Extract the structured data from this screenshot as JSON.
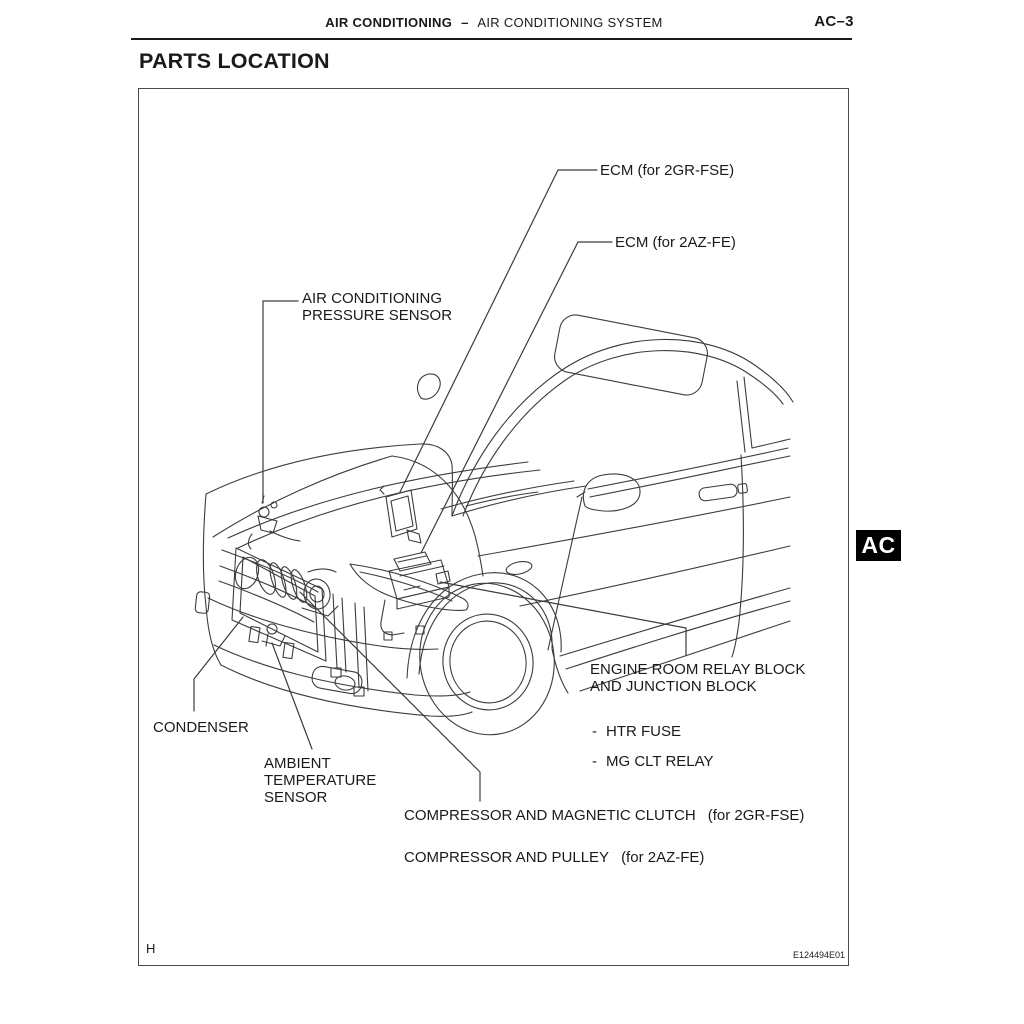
{
  "header": {
    "section_bold": "AIR CONDITIONING",
    "separator": "–",
    "section_regular": "AIR CONDITIONING SYSTEM",
    "page_number": "AC–3"
  },
  "title": "PARTS LOCATION",
  "side_tab": {
    "label": "AC"
  },
  "figure": {
    "marker": "H",
    "code": "E124494E01",
    "callouts": {
      "ecm_2gr": "ECM (for 2GR-FSE)",
      "ecm_2az": "ECM (for 2AZ-FE)",
      "ac_pressure_line1": "AIR CONDITIONING",
      "ac_pressure_line2": "PRESSURE SENSOR",
      "relay_line1": "ENGINE ROOM RELAY BLOCK",
      "relay_line2": "AND JUNCTION BLOCK",
      "relay_item1_dash": "-",
      "relay_item1": "HTR FUSE",
      "relay_item2_dash": "-",
      "relay_item2": "MG CLT RELAY",
      "condenser": "CONDENSER",
      "ambient_line1": "AMBIENT",
      "ambient_line2": "TEMPERATURE",
      "ambient_line3": "SENSOR",
      "compressor_clutch": "COMPRESSOR AND MAGNETIC CLUTCH",
      "compressor_clutch_variant": "(for 2GR-FSE)",
      "compressor_pulley": "COMPRESSOR AND PULLEY",
      "compressor_pulley_variant": "(for 2AZ-FE)"
    }
  },
  "colors": {
    "background": "#ffffff",
    "text": "#1a1a1a",
    "line_art": "#3c3c3c",
    "figure_border": "#4a4a4a",
    "tab_background": "#000000",
    "tab_text": "#ffffff"
  }
}
